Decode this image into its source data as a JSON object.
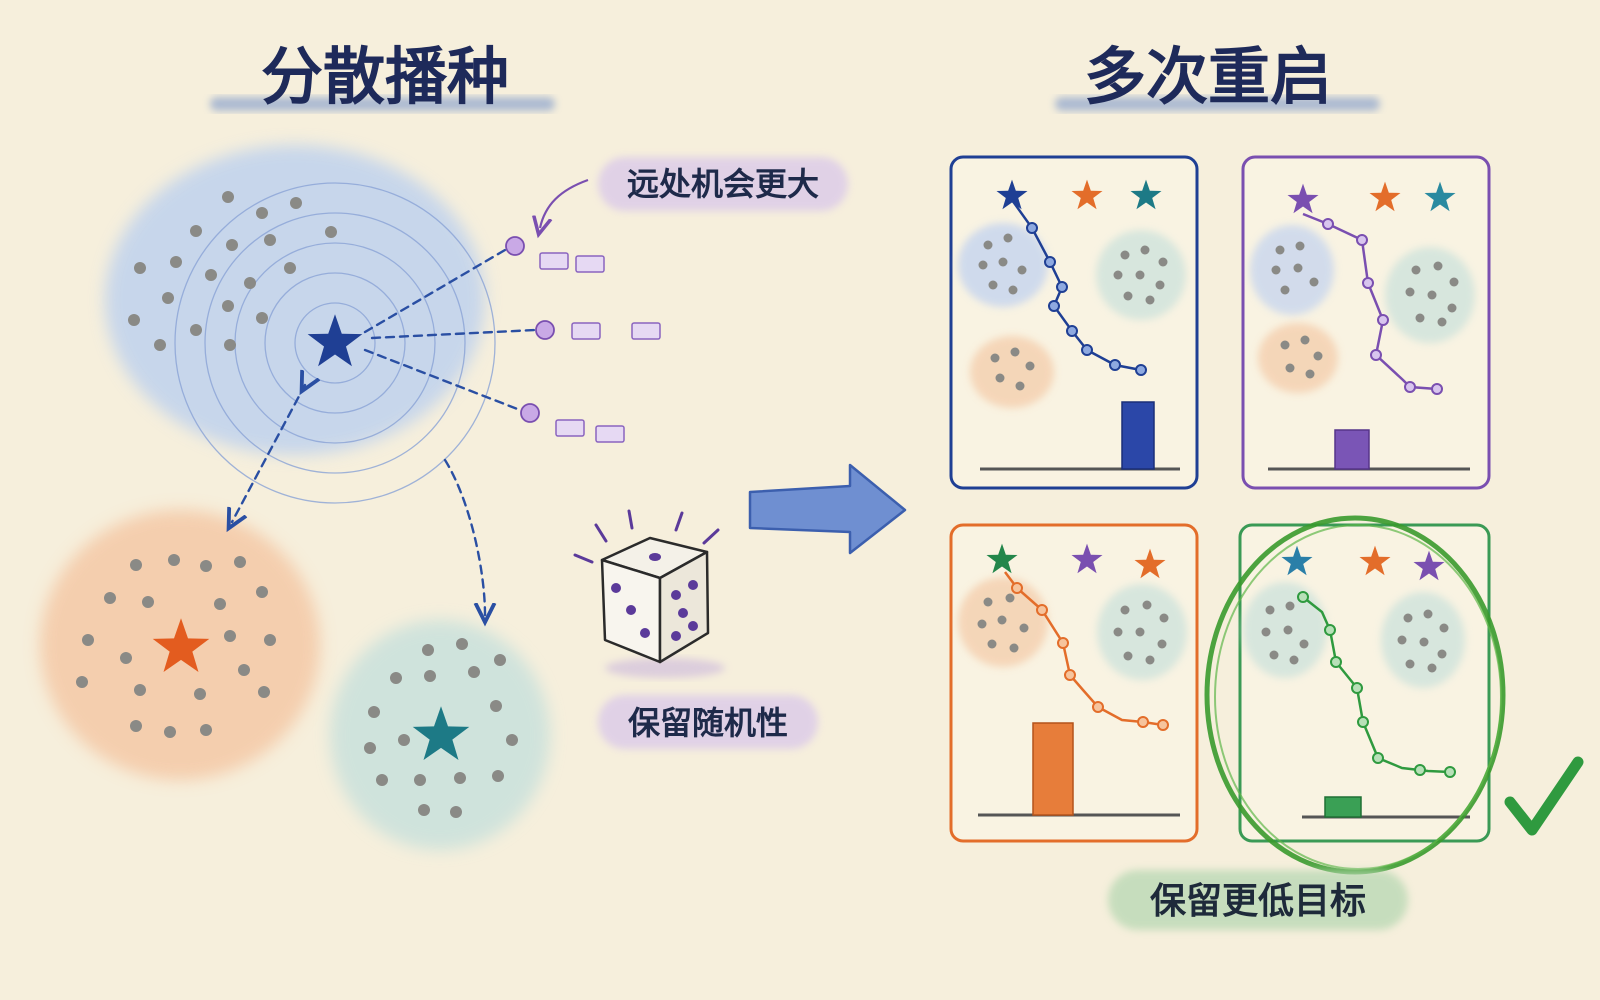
{
  "left": {
    "title": "分散播种",
    "label_far": "远处机会更大",
    "label_random": "保留随机性"
  },
  "right": {
    "title": "多次重启",
    "label_keep": "保留更低目标"
  },
  "colors": {
    "background": "#f6efdc",
    "navy": "#1f3f94",
    "purple": "#7a4fb0",
    "orange": "#e36d2a",
    "teal": "#1d7a86",
    "green": "#2f9a3f",
    "ink": "#1e2a4a",
    "gray_dot": "#8a8a86"
  },
  "panels": [
    {
      "id": "restart-1",
      "color": "navy",
      "stars": [
        "navy",
        "orange",
        "teal"
      ],
      "result_bar": 0.55,
      "selected": false
    },
    {
      "id": "restart-2",
      "color": "purple",
      "stars": [
        "purple",
        "orange",
        "teal"
      ],
      "result_bar": 0.3,
      "selected": false
    },
    {
      "id": "restart-3",
      "color": "orange",
      "stars": [
        "green",
        "purple",
        "orange"
      ],
      "result_bar": 0.75,
      "selected": false
    },
    {
      "id": "restart-4",
      "color": "green",
      "stars": [
        "teal",
        "orange",
        "purple"
      ],
      "result_bar": 0.12,
      "selected": true
    }
  ]
}
